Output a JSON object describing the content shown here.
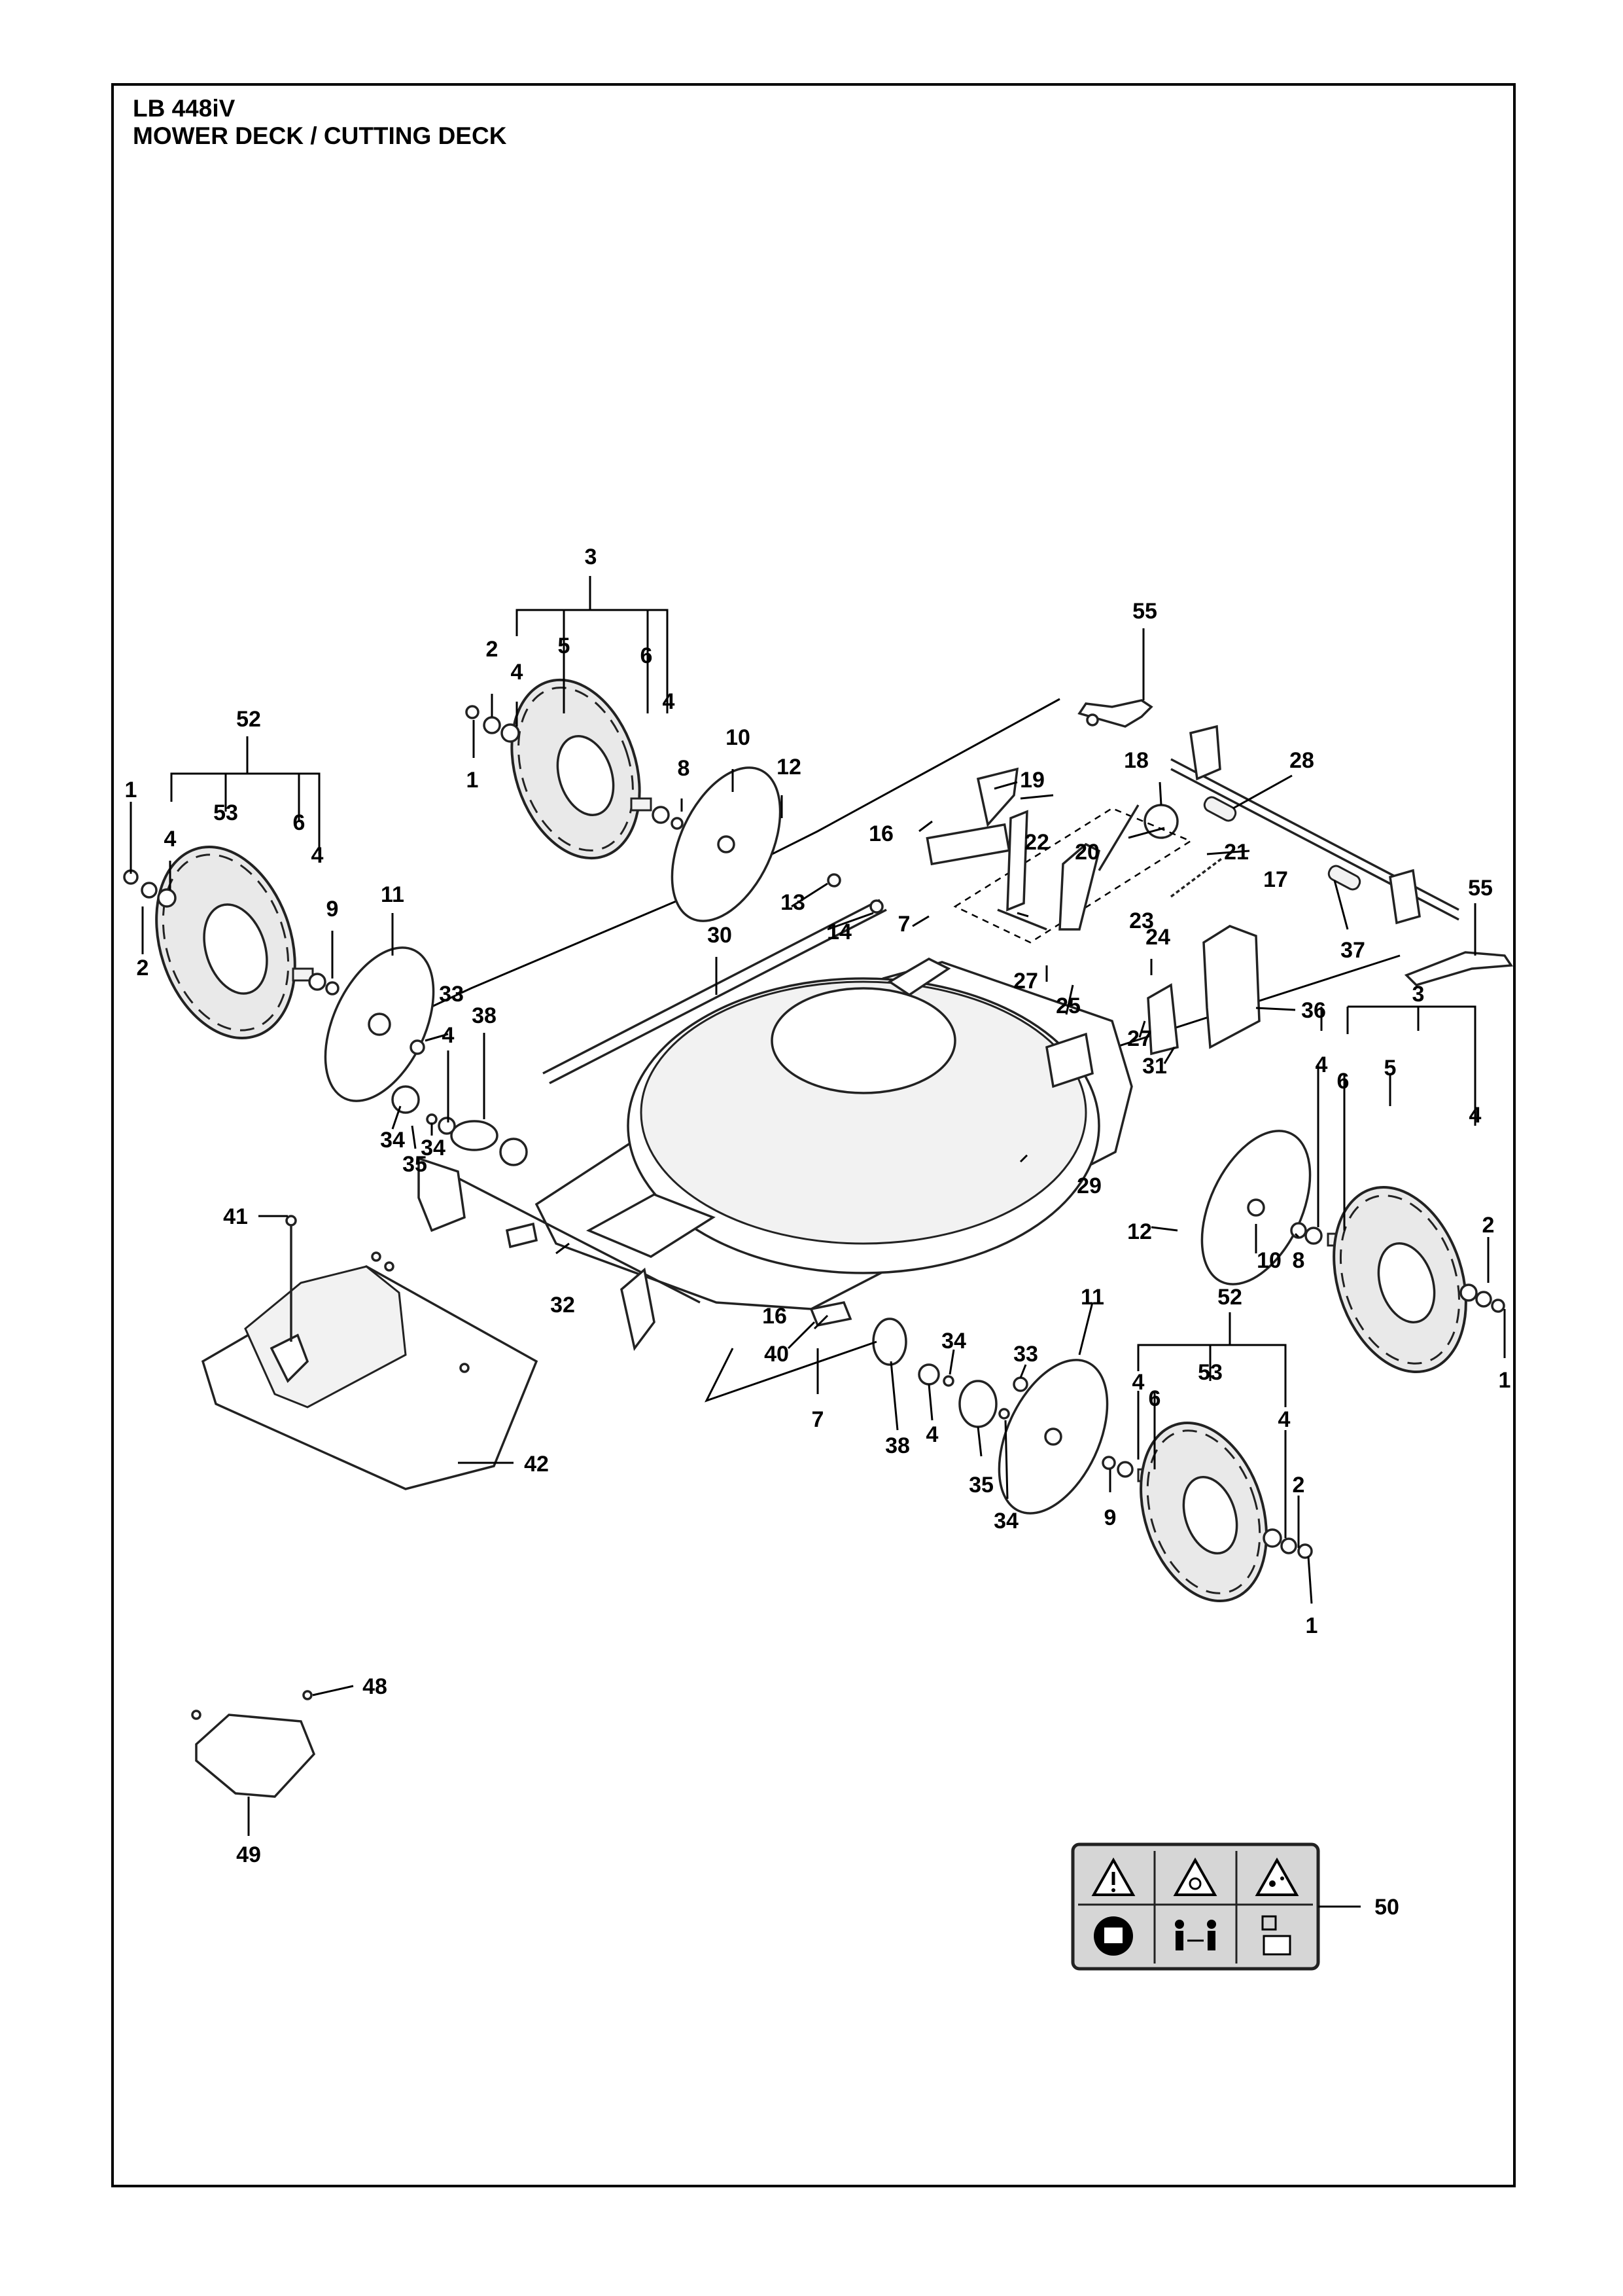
{
  "header": {
    "model": "LB 448iV",
    "title": "MOWER DECK / CUTTING DECK"
  },
  "callouts": {
    "c1a": "1",
    "c1b": "1",
    "c1c": "1",
    "c1d": "1",
    "c2a": "2",
    "c2b": "2",
    "c2c": "2",
    "c2d": "2",
    "c3a": "3",
    "c3b": "3",
    "c4a": "4",
    "c4b": "4",
    "c4c": "4",
    "c4d": "4",
    "c4e": "4",
    "c4f": "4",
    "c4g": "4",
    "c4h": "4",
    "c4i": "4",
    "c4j": "4",
    "c5a": "5",
    "c5b": "5",
    "c6a": "6",
    "c6b": "6",
    "c6c": "6",
    "c6d": "6",
    "c7a": "7",
    "c7b": "7",
    "c8a": "8",
    "c8b": "8",
    "c9a": "9",
    "c9b": "9",
    "c10a": "10",
    "c10b": "10",
    "c11a": "11",
    "c11b": "11",
    "c12a": "12",
    "c12b": "12",
    "c13": "13",
    "c14": "14",
    "c16a": "16",
    "c16b": "16",
    "c17": "17",
    "c18": "18",
    "c19": "19",
    "c20": "20",
    "c21": "21",
    "c22": "22",
    "c23": "23",
    "c24": "24",
    "c25": "25",
    "c27a": "27",
    "c27b": "27",
    "c28": "28",
    "c29": "29",
    "c30": "30",
    "c31": "31",
    "c32": "32",
    "c33a": "33",
    "c33b": "33",
    "c34a": "34",
    "c34b": "34",
    "c34c": "34",
    "c34d": "34",
    "c35a": "35",
    "c35b": "35",
    "c36": "36",
    "c37": "37",
    "c38a": "38",
    "c38b": "38",
    "c40": "40",
    "c41": "41",
    "c42": "42",
    "c48": "48",
    "c49": "49",
    "c50": "50",
    "c52a": "52",
    "c52b": "52",
    "c53a": "53",
    "c53b": "53",
    "c55a": "55",
    "c55b": "55"
  },
  "icons": [
    "warning-triangle-icon",
    "blade-hazard-icon",
    "thrown-object-icon",
    "read-manual-icon",
    "keep-distance-icon",
    "disconnect-icon"
  ],
  "colors": {
    "line": "#000000",
    "label_bg": "#d6d6d6",
    "panel_border": "#222222"
  }
}
